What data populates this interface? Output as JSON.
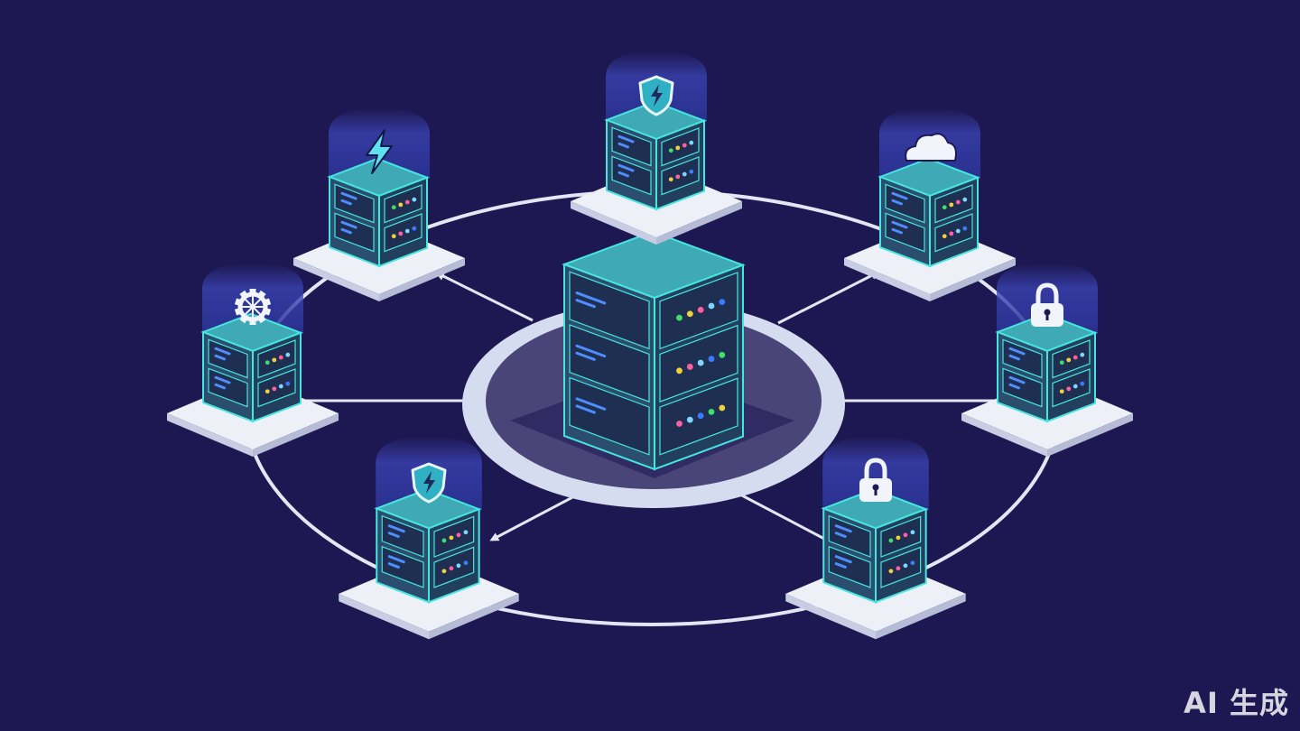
{
  "diagram": {
    "colors": {
      "background": "#1e1852",
      "ring": "#e3e6f5",
      "platform": "#eef0f8",
      "server_top": "#3fa9b6",
      "server_front": "#2b4d6e",
      "server_side": "#22405e",
      "server_edge": "#45e6e0",
      "slot": "#1f2f52",
      "glow": "#3b45b8",
      "hub_disc": "#4a4578",
      "hub_rim": "#d6dcf0"
    },
    "hub": {
      "name": "central-server",
      "led_colors": [
        "#3fe06a",
        "#f0d13a",
        "#ff5fa2",
        "#7fd7ff",
        "#3b7bff"
      ]
    },
    "nodes": [
      {
        "name": "shield-top",
        "icon": "shield-lightning-icon"
      },
      {
        "name": "lightning",
        "icon": "lightning-icon"
      },
      {
        "name": "cloud",
        "icon": "cloud-icon"
      },
      {
        "name": "gear",
        "icon": "gear-icon"
      },
      {
        "name": "lock-right",
        "icon": "padlock-icon"
      },
      {
        "name": "shield-bottom",
        "icon": "shield-lightning-icon"
      },
      {
        "name": "lock-bottom",
        "icon": "padlock-icon"
      }
    ]
  },
  "watermark": {
    "text": "AI 生成"
  }
}
